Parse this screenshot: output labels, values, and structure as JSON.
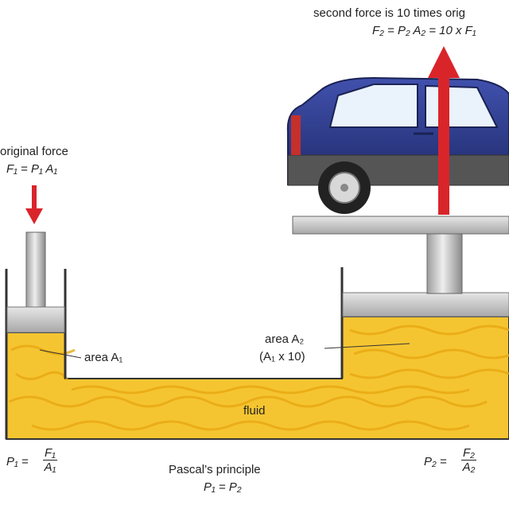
{
  "labels": {
    "second_force_line1": "second force is 10 times orig",
    "second_force_line2": "F₂ = P₂ A₂ = 10 x F₁",
    "original_force_line1": "original force",
    "original_force_line2": "F₁ = P₁ A₁",
    "area_a1": "area A₁",
    "area_a2_line1": "area A₂",
    "area_a2_line2": "(A₁ x 10)",
    "fluid": "fluid",
    "p1_lhs": "P₁ =",
    "p1_num": "F₁",
    "p1_den": "A₁",
    "p2_lhs": "P₂ =",
    "p2_num": "F₂",
    "p2_den": "A₂",
    "pascal_title": "Pascal’s principle",
    "pascal_eq": "P₁ = P₂"
  },
  "colors": {
    "fluid": "#f5c531",
    "fluid_dark": "#e8a813",
    "arrow": "#d9252a",
    "metal": "#c9c9c9",
    "metal_dark": "#8f8f8f",
    "car_body": "#2c3b8f",
    "car_trim": "#5a5a5a",
    "outline": "#333333"
  }
}
